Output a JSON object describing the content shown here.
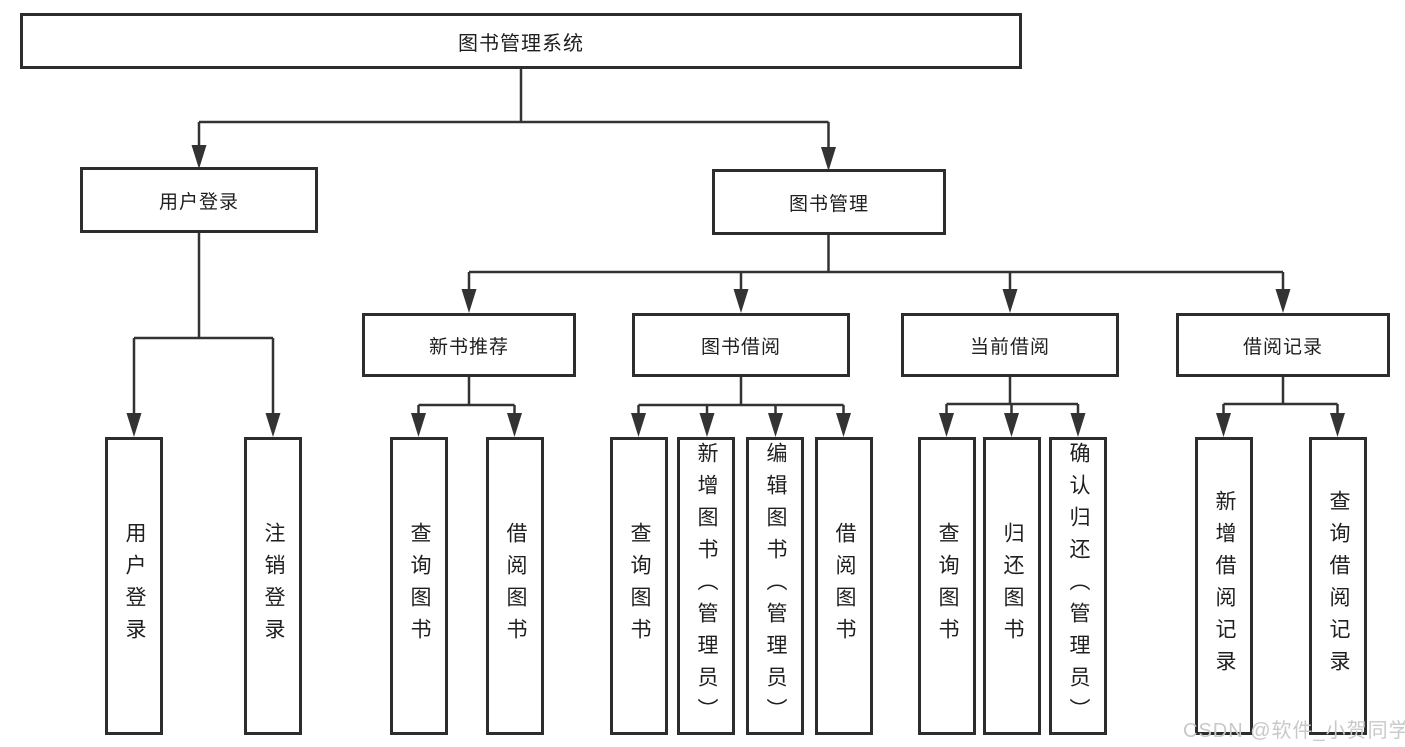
{
  "tree": {
    "label": "图书管理系统",
    "children": [
      {
        "label": "用户登录",
        "children": [
          {
            "label": "用户登录"
          },
          {
            "label": "注销登录"
          }
        ]
      },
      {
        "label": "图书管理",
        "children": [
          {
            "label": "新书推荐",
            "children": [
              {
                "label": "查询图书"
              },
              {
                "label": "借阅图书"
              }
            ]
          },
          {
            "label": "图书借阅",
            "children": [
              {
                "label": "查询图书"
              },
              {
                "label": "新增图书（管理员）"
              },
              {
                "label": "编辑图书（管理员）"
              },
              {
                "label": "借阅图书"
              }
            ]
          },
          {
            "label": "当前借阅",
            "children": [
              {
                "label": "查询图书"
              },
              {
                "label": "归还图书"
              },
              {
                "label": "确认归还（管理员）"
              }
            ]
          },
          {
            "label": "借阅记录",
            "children": [
              {
                "label": "新增借阅记录"
              },
              {
                "label": "查询借阅记录"
              }
            ]
          }
        ]
      }
    ]
  },
  "watermark": {
    "text": "CSDN @软件_小贺同学"
  },
  "colors": {
    "box_border": "#2d2d2d",
    "line": "#333333",
    "text": "#1f1f1f",
    "background": "#ffffff",
    "watermark": "#c9c9c9"
  }
}
